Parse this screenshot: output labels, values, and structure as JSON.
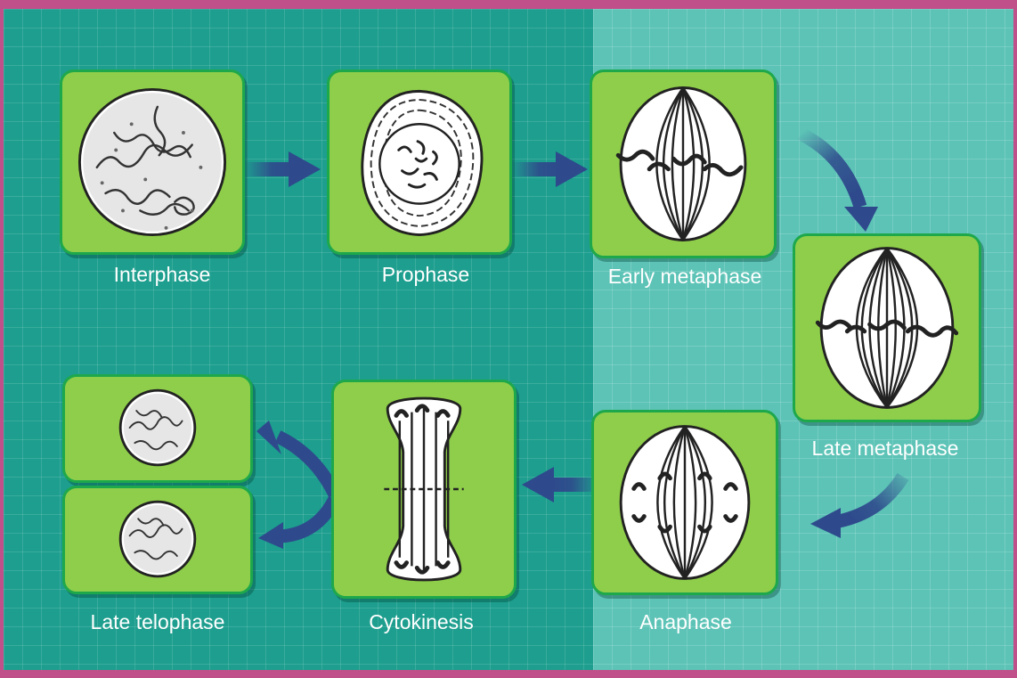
{
  "stages": {
    "interphase": "Interphase",
    "prophase": "Prophase",
    "early_metaphase": "Early metaphase",
    "late_metaphase": "Late metaphase",
    "anaphase": "Anaphase",
    "cytokinesis": "Cytokinesis",
    "late_telophase": "Late telophase"
  },
  "colors": {
    "background_left": "#1d9e8e",
    "background_right": "#5cc3b6",
    "box_fill": "#8fce4a",
    "box_border": "#1ea84c",
    "arrow": "#2e4a8c",
    "frame": "#c0508a"
  }
}
